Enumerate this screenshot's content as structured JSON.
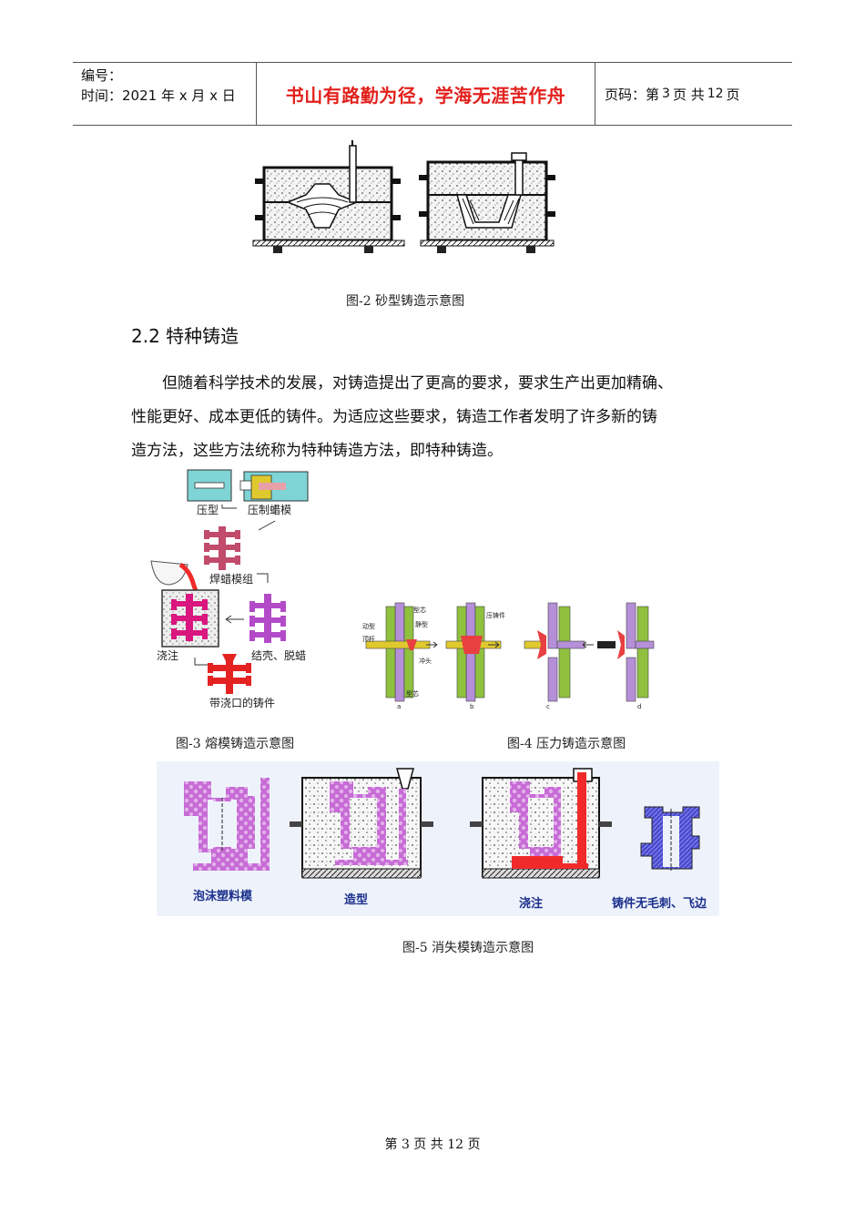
{
  "header": {
    "number_label": "编号：",
    "time_label": "时间：2021 年 x 月 x 日",
    "motto": "书山有路勤为径，学海无涯苦作舟",
    "page_prefix": "页码：第",
    "page_current": "3",
    "page_mid": "页 共",
    "page_total": "12",
    "page_suffix": "页"
  },
  "figures": {
    "fig2_caption": "图-2 砂型铸造示意图",
    "fig3_caption": "图-3 熔模铸造示意图",
    "fig4_caption": "图-4 压力铸造示意图",
    "fig5_caption": "图-5 消失模铸造示意图",
    "fig3_labels": {
      "press_mold": "压型",
      "press_wax": "压制蜡模",
      "weld_wax": "焊蜡模组",
      "pour": "浇注",
      "shell": "结壳、脱蜡",
      "casting": "带浇口的铸件"
    },
    "fig4_labels": {
      "moving_mold": "动型",
      "ejector": "顶杆",
      "core_top": "型芯",
      "static_mold": "静型",
      "punch": "冲头",
      "core_bottom": "型芯",
      "casting": "压铸件",
      "a": "a",
      "b": "b",
      "c": "c",
      "d": "d"
    },
    "fig5_labels": {
      "foam": "泡沫塑料模",
      "molding": "造型",
      "pour": "浇注",
      "result": "铸件无毛刺、飞边"
    }
  },
  "section": {
    "title": "2.2 特种铸造"
  },
  "paragraph": {
    "line1": "但随着科学技术的发展，对铸造提出了更高的要求，要求生产出更加精确、",
    "line2": "性能更好、成本更低的铸件。为适应这些要求，铸造工作者发明了许多新的铸",
    "line3": "造方法，这些方法统称为特种铸造方法，即特种铸造。"
  },
  "footer": {
    "text": "第 3 页 共 12 页"
  },
  "colors": {
    "motto": "#e2211c",
    "wax_pink": "#d9177f",
    "foam_purple": "#c76bd6",
    "pour_red": "#f02a2a",
    "casting_blue": "#4a4ad0",
    "cyan_mold": "#7fd4d6",
    "die_green": "#8fc13f",
    "die_yellow": "#e0c92e",
    "label_navy": "#1b2f8c"
  }
}
